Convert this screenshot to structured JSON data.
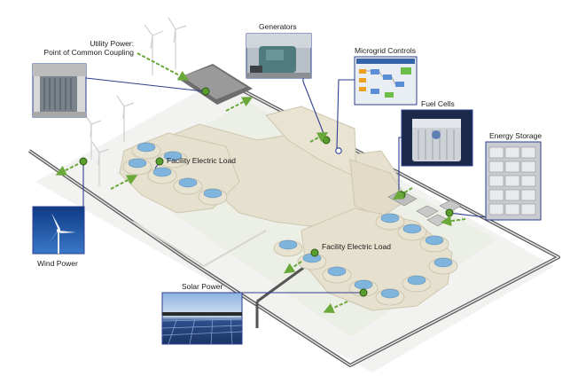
{
  "labels": {
    "utility_line1": "Utility Power:",
    "utility_line2": "Point of Common Coupling",
    "generators": "Generators",
    "microgrid_controls": "Microgrid Controls",
    "fuel_cells": "Fuel Cells",
    "energy_storage": "Energy Storage",
    "facility_load_1": "Facility Electric Load",
    "facility_load_2": "Facility Electric Load",
    "wind_power": "Wind Power",
    "solar_power": "Solar Power"
  },
  "colors": {
    "line": "#2d3f8f",
    "node": "#5a9c2d",
    "arrow": "#6aa83a",
    "building": "#e4decc",
    "pod": "#7fb5dd",
    "road": "#585858",
    "ground": "#efefed"
  }
}
